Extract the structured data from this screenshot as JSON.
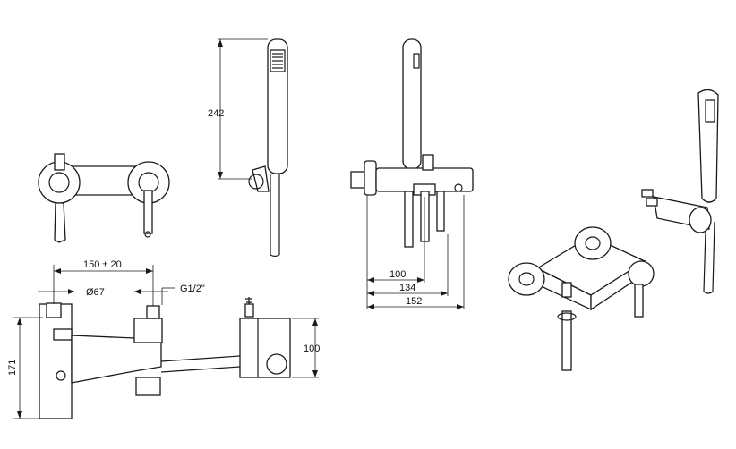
{
  "dimensions": {
    "handshower_height": "242",
    "spout_100": "100",
    "spout_134": "134",
    "spout_152": "152",
    "center_distance": "150 ± 20",
    "rosette_diameter": "Ø67",
    "thread": "G1/2\"",
    "total_height": "171",
    "bracket_height": "100"
  }
}
